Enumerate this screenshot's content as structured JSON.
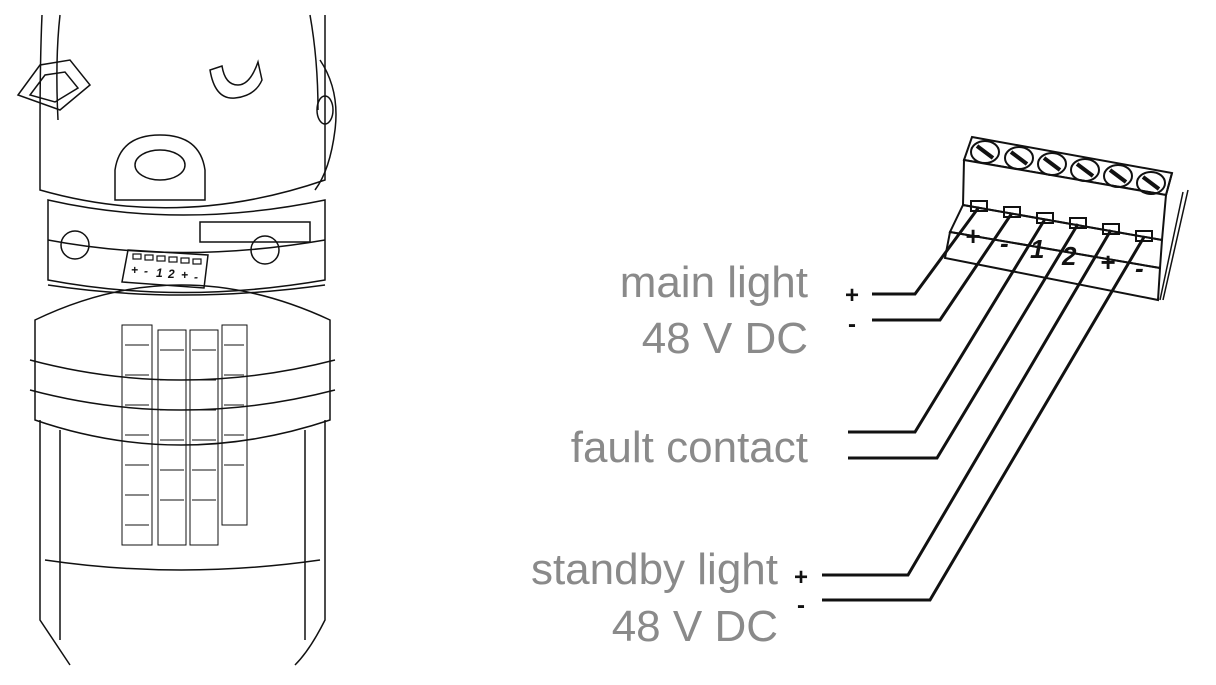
{
  "labels": {
    "main_light": "main light",
    "main_voltage": "48 V DC",
    "fault_contact": "fault contact",
    "standby_light": "standby light",
    "standby_voltage": "48 V DC"
  },
  "polarity": {
    "plus": "+",
    "minus": "-"
  },
  "terminals": [
    "+",
    "-",
    "1",
    "2",
    "+",
    "-"
  ],
  "colors": {
    "label": "#8a8a8a",
    "line": "#111111"
  }
}
